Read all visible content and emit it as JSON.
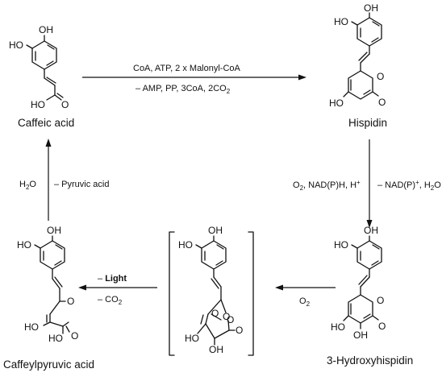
{
  "compounds": {
    "caffeic_acid": {
      "name": "Caffeic acid",
      "atoms": {
        "oh_top": "OH",
        "ho_side": "HO",
        "ho_acid": "HO",
        "o_acid": "O"
      }
    },
    "hispidin": {
      "name": "Hispidin",
      "atoms": {
        "oh_top": "OH",
        "ho_side": "HO",
        "ho_bottom": "HO",
        "o_ring": "O",
        "o_carbonyl": "O"
      }
    },
    "hydroxyhispidin": {
      "name": "3-Hydroxyhispidin",
      "atoms": {
        "oh_top": "OH",
        "ho_side": "HO",
        "ho_left": "HO",
        "oh_right": "OH",
        "o_ring": "O",
        "o_carbonyl": "O"
      }
    },
    "intermediate": {
      "atoms": {
        "oh_top": "OH",
        "ho_side": "HO",
        "ho_left": "HO",
        "oh_bottom": "OH",
        "o1": "O",
        "o2": "O",
        "o3": "O",
        "o4": "O"
      }
    },
    "caffeylpyruvic_acid": {
      "name": "Caffeylpyruvic acid",
      "atoms": {
        "oh_top": "OH",
        "ho_side": "HO",
        "o_keto": "O",
        "ho_enol": "HO",
        "ho_acid": "HO",
        "o_acid": "O"
      }
    }
  },
  "reactions": {
    "step1": {
      "above": "CoA, ATP, 2 x Malonyl-CoA",
      "below_prefix": "– AMP, PP, 3CoA, 2CO",
      "below_sub": "2"
    },
    "step2": {
      "left_a": "O",
      "left_a_sub": "2",
      "left_b": ", NAD(P)H, H",
      "left_b_sup": "+",
      "right_a": "– NAD(P)",
      "right_a_sup": "+",
      "right_b": ", H",
      "right_b_sub": "2",
      "right_c": "O"
    },
    "step3": {
      "label_a": "O",
      "label_a_sub": "2"
    },
    "step4": {
      "light": "Light",
      "light_prefix": "– ",
      "co2_prefix": "– CO",
      "co2_sub": "2"
    },
    "step5": {
      "left_a": "H",
      "left_a_sub": "2",
      "left_b": "O",
      "right": "– Pyruvic acid"
    }
  }
}
